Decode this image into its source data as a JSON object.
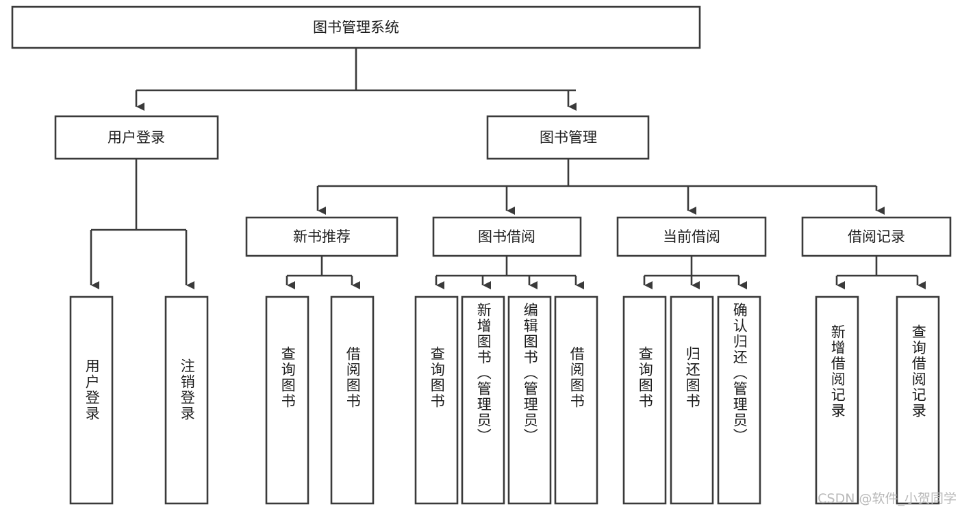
{
  "diagram": {
    "type": "tree-hierarchy",
    "title": "图书管理系统",
    "watermark": "CSDN @软件_小贺同学",
    "colors": {
      "background": "#ffffff",
      "stroke": "#3a3a3a",
      "text": "#1d1d1d",
      "watermark": "#b9b9b9"
    },
    "root": {
      "label": "图书管理系统"
    },
    "level1": [
      {
        "label": "用户登录"
      },
      {
        "label": "图书管理"
      }
    ],
    "level2": [
      {
        "label": "新书推荐"
      },
      {
        "label": "图书借阅"
      },
      {
        "label": "当前借阅"
      },
      {
        "label": "借阅记录"
      }
    ],
    "leaves": {
      "user_login": [
        {
          "label": "用户登录"
        },
        {
          "label": "注销登录"
        }
      ],
      "new_book_recommend": [
        {
          "label": "查询图书"
        },
        {
          "label": "借阅图书"
        }
      ],
      "book_borrow": [
        {
          "label": "查询图书"
        },
        {
          "label": "新增图书（管理员）"
        },
        {
          "label": "编辑图书（管理员）"
        },
        {
          "label": "借阅图书"
        }
      ],
      "current_borrow": [
        {
          "label": "查询图书"
        },
        {
          "label": "归还图书"
        },
        {
          "label": "确认归还（管理员）"
        }
      ],
      "borrow_record": [
        {
          "label": "新增借阅记录"
        },
        {
          "label": "查询借阅记录"
        }
      ]
    }
  }
}
